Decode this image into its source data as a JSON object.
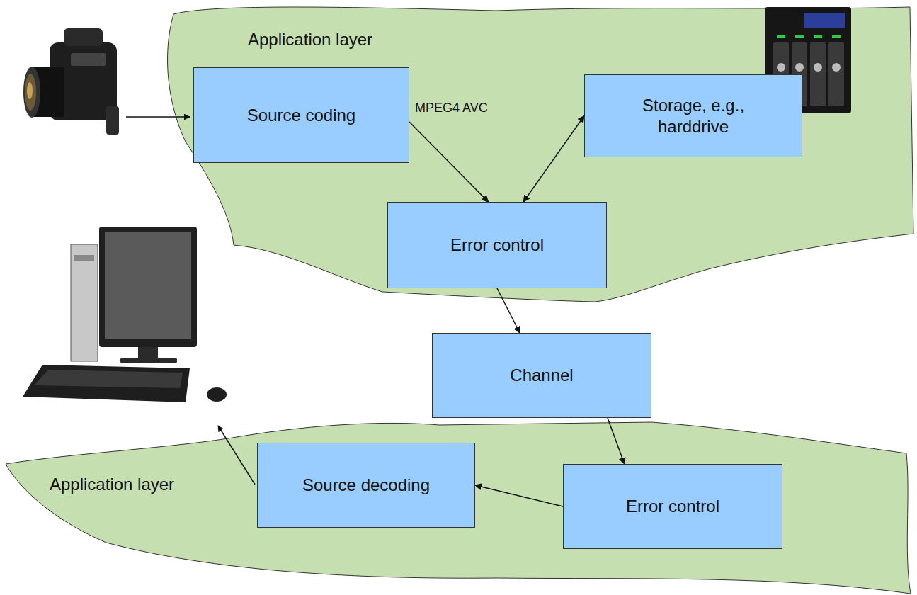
{
  "diagram": {
    "nodes": [
      {
        "text": [
          "Application layer"
        ]
      },
      {
        "text": [
          "Source coding"
        ],
        "in": 0
      },
      {
        "text": [
          "Storage, e.g., harddrive"
        ],
        "in": 0
      },
      {
        "text": [
          "Error control"
        ],
        "in": 0
      },
      {
        "text": [
          "Channel"
        ]
      },
      {
        "text": [
          "Application layer"
        ]
      },
      {
        "text": [
          "Source decoding"
        ],
        "in": 5
      },
      {
        "text": [
          "Error control"
        ],
        "in": 5
      }
    ],
    "edges": [
      {
        "from": 1,
        "to": 3,
        "label": "MPEG4 AVC",
        "arrow": "to"
      },
      {
        "from": 2,
        "to": 3,
        "arrow": "both"
      },
      {
        "from": 3,
        "to": 4,
        "arrow": "to"
      },
      {
        "from": 4,
        "to": 7,
        "arrow": "to"
      },
      {
        "from": 7,
        "to": 6,
        "arrow": "to"
      }
    ]
  }
}
